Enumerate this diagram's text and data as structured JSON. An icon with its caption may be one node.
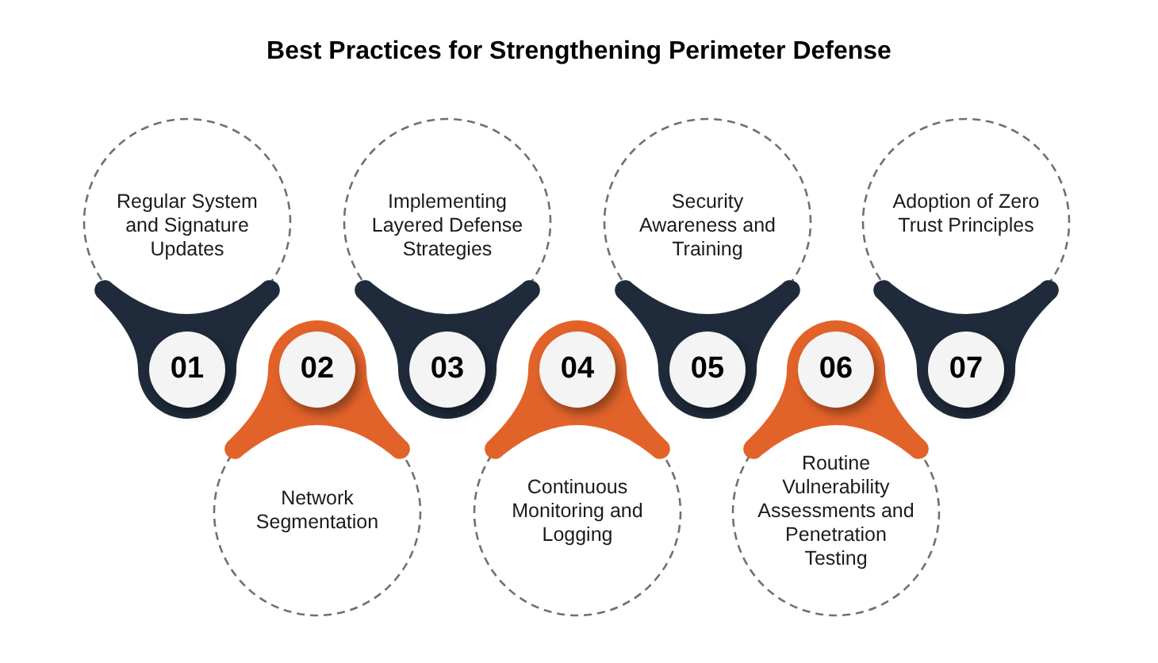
{
  "diagram": {
    "title": "Best Practices for Strengthening Perimeter Defense",
    "nodes": [
      {
        "text": [
          "Regular System and Signature Updates"
        ]
      },
      {
        "text": [
          "01"
        ]
      },
      {
        "text": [
          "Network Segmentation"
        ]
      },
      {
        "text": [
          "02"
        ]
      },
      {
        "text": [
          "Implementing Layered Defense Strategies"
        ]
      },
      {
        "text": [
          "03"
        ]
      },
      {
        "text": [
          "Continuous Monitoring and Logging"
        ]
      },
      {
        "text": [
          "04"
        ]
      },
      {
        "text": [
          "Security Awareness and Training"
        ]
      },
      {
        "text": [
          "05"
        ]
      },
      {
        "text": [
          "Routine Vulnerability Assessments and Penetration Testing"
        ]
      },
      {
        "text": [
          "06"
        ]
      },
      {
        "text": [
          "Adoption of Zero Trust Principles"
        ]
      },
      {
        "text": [
          "07"
        ]
      }
    ]
  }
}
